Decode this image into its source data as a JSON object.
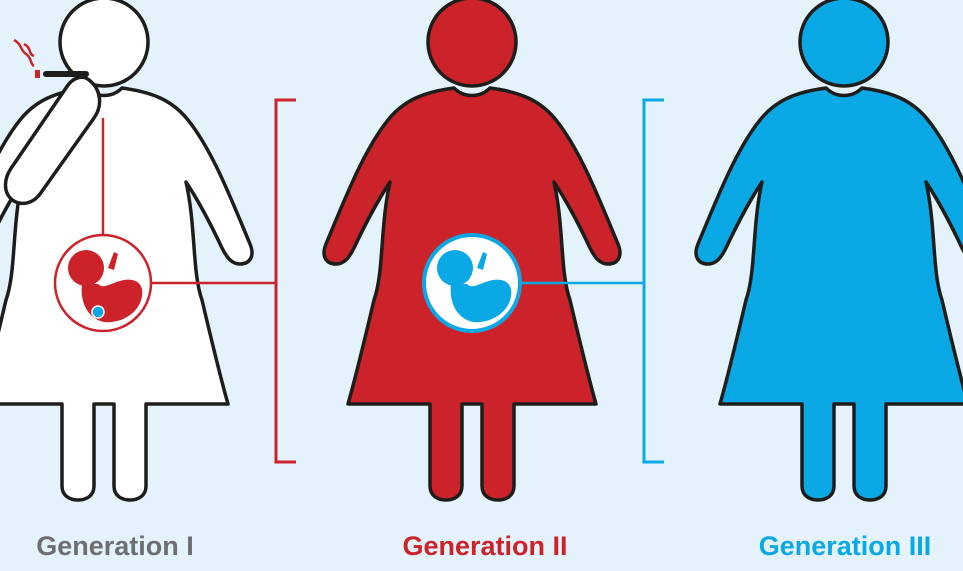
{
  "colors": {
    "background": "#e4f3fb",
    "outline": "#1d1d1b",
    "generation_1": "#ffffff",
    "generation_2": "#cc2229",
    "generation_3": "#0aa8e4",
    "label_1": "#6d6e71",
    "label_2": "#cc2229",
    "label_3": "#0aa8e4"
  },
  "generations": [
    {
      "label": "Generation I",
      "figure_color": "#ffffff",
      "icon": "smoking-cigarette-icon"
    },
    {
      "label": "Generation II",
      "figure_color": "#cc2229",
      "icon": "fetus-icon"
    },
    {
      "label": "Generation III",
      "figure_color": "#0aa8e4",
      "icon": ""
    }
  ]
}
